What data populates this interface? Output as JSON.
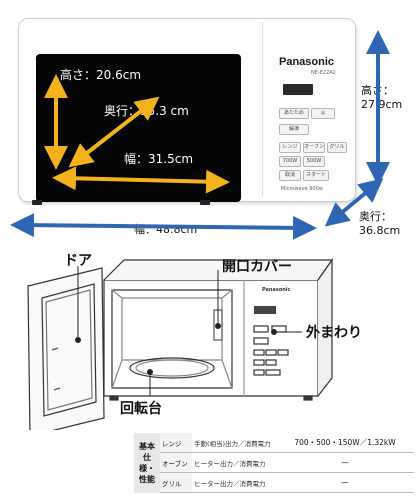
{
  "top": {
    "brand": "Panasonic",
    "model": "NE-E22A2",
    "model_footer": "Microwave 900w",
    "inner_height": "高さ：20.6cm",
    "inner_depth": "奥行：35.3 cm",
    "inner_width": "幅：31.5cm",
    "outer_width": "幅：48.8cm",
    "outer_height_label": "高さ：",
    "outer_height_value": "27.9cm",
    "outer_depth_label": "奥行：",
    "outer_depth_value": "36.8cm",
    "panel": {
      "btn_reheat": "あたため",
      "btn_thaw": "解凍",
      "btn_range": "レンジ",
      "btn_oven": "オーブン",
      "btn_grill": "グリル",
      "btn_w500": "500W",
      "btn_w700": "700W",
      "btn_cancel": "取消",
      "btn_start": "スタート"
    }
  },
  "bottom": {
    "door": "ドア",
    "cover": "開口カバー",
    "exterior": "外まわり",
    "turntable": "回転台",
    "brand": "Panasonic"
  },
  "spec": {
    "header": "基本仕様・性能",
    "rows": [
      {
        "mode": "レンジ",
        "item": "手動(相当)出力／消費電力",
        "value": "700・500・150W／1.32kW"
      },
      {
        "mode": "オーブン",
        "item": "ヒーター出力／消費電力",
        "value": "—"
      },
      {
        "mode": "グリル",
        "item": "ヒーター出力／消費電力",
        "value": "—"
      }
    ]
  },
  "colors": {
    "arrow_blue": "#2f66b4",
    "arrow_yellow": "#f4b21d",
    "window_black": "#050505",
    "table_head": "#e8e8e8"
  }
}
